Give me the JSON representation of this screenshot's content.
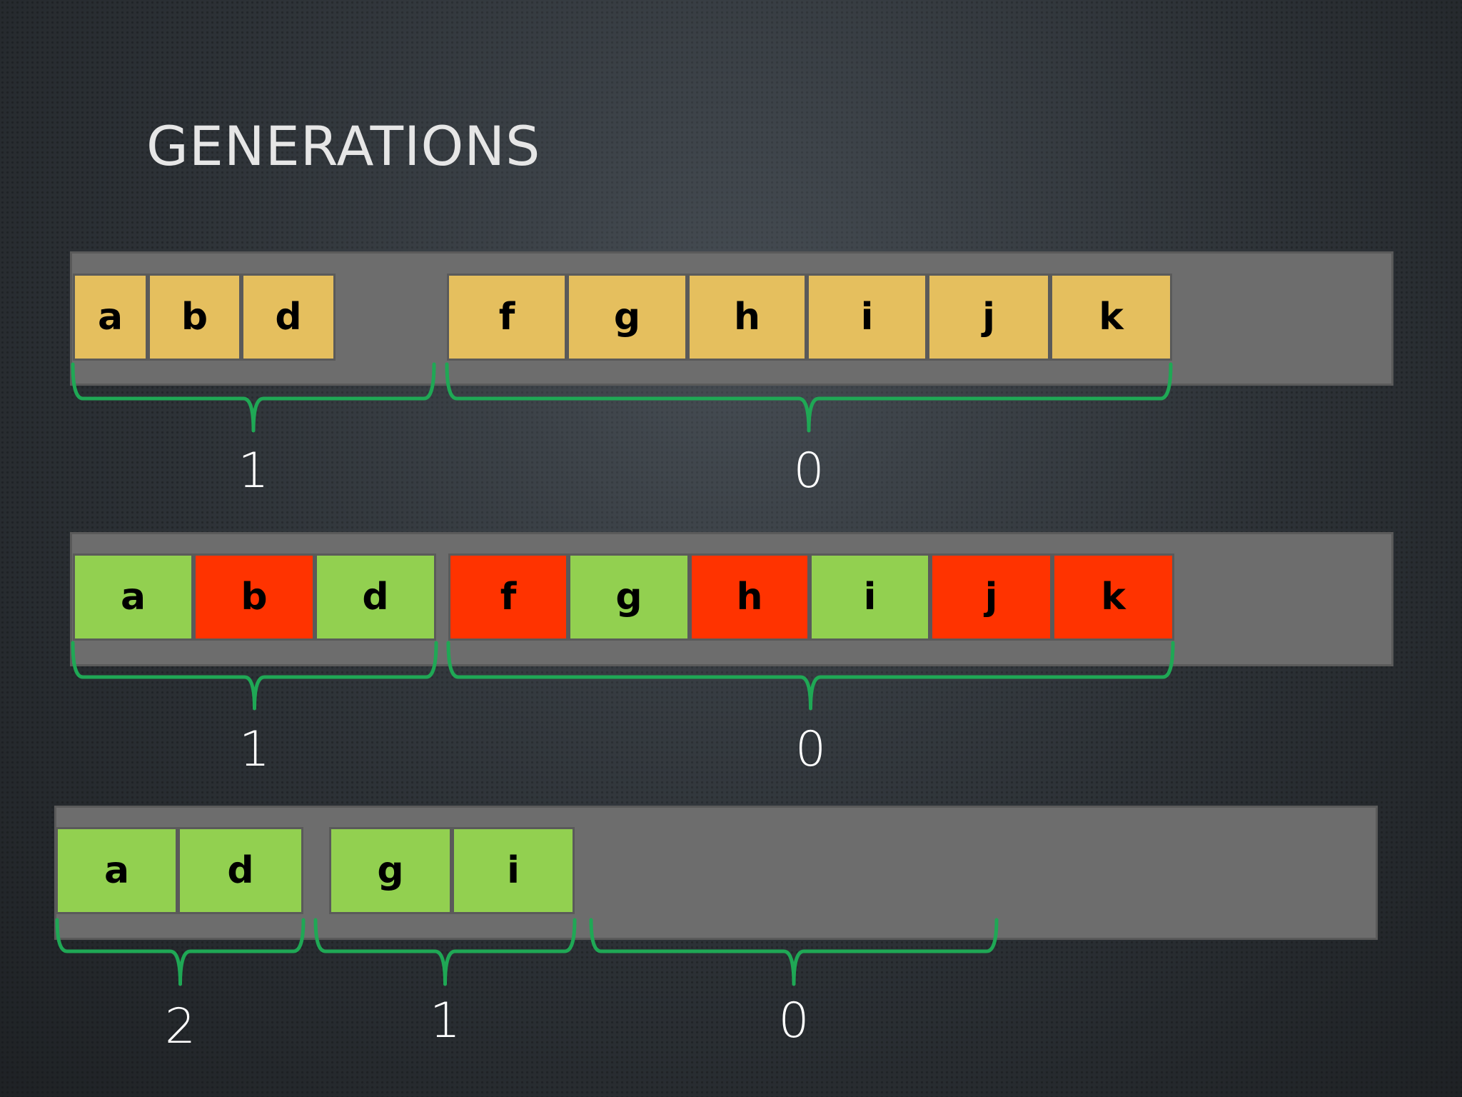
{
  "title": "GENERATIONS",
  "colors": {
    "yellow": "#e5bf5e",
    "green": "#92d050",
    "red": "#ff3300",
    "brace": "#1fa855",
    "bar": "#6d6d6d"
  },
  "rows": [
    {
      "groups": [
        {
          "generation": "1",
          "cells": [
            {
              "letter": "a",
              "color": "yellow"
            },
            {
              "letter": "b",
              "color": "yellow"
            },
            {
              "letter": "d",
              "color": "yellow"
            }
          ]
        },
        {
          "generation": "0",
          "cells": [
            {
              "letter": "f",
              "color": "yellow"
            },
            {
              "letter": "g",
              "color": "yellow"
            },
            {
              "letter": "h",
              "color": "yellow"
            },
            {
              "letter": "i",
              "color": "yellow"
            },
            {
              "letter": "j",
              "color": "yellow"
            },
            {
              "letter": "k",
              "color": "yellow"
            }
          ]
        }
      ]
    },
    {
      "groups": [
        {
          "generation": "1",
          "cells": [
            {
              "letter": "a",
              "color": "green"
            },
            {
              "letter": "b",
              "color": "red"
            },
            {
              "letter": "d",
              "color": "green"
            }
          ]
        },
        {
          "generation": "0",
          "cells": [
            {
              "letter": "f",
              "color": "red"
            },
            {
              "letter": "g",
              "color": "green"
            },
            {
              "letter": "h",
              "color": "red"
            },
            {
              "letter": "i",
              "color": "green"
            },
            {
              "letter": "j",
              "color": "red"
            },
            {
              "letter": "k",
              "color": "red"
            }
          ]
        }
      ]
    },
    {
      "groups": [
        {
          "generation": "2",
          "cells": [
            {
              "letter": "a",
              "color": "green"
            },
            {
              "letter": "d",
              "color": "green"
            }
          ]
        },
        {
          "generation": "1",
          "cells": [
            {
              "letter": "g",
              "color": "green"
            },
            {
              "letter": "i",
              "color": "green"
            }
          ]
        },
        {
          "generation": "0",
          "cells": []
        }
      ]
    }
  ]
}
